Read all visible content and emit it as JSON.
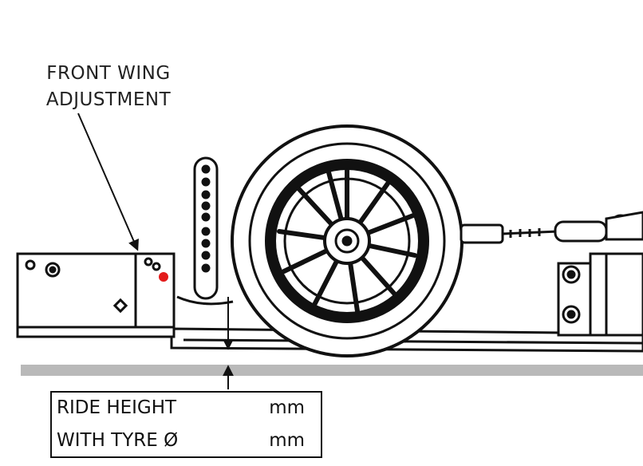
{
  "callout": {
    "line1": "FRONT WING",
    "line2": "ADJUSTMENT"
  },
  "table": {
    "rows": [
      {
        "label": "RIDE HEIGHT",
        "unit": "mm"
      },
      {
        "label": "WITH TYRE Ø",
        "unit": "mm"
      }
    ]
  },
  "colors": {
    "outline": "#111111",
    "ground": "#b9b9b9",
    "marker": "#e31b1b"
  }
}
